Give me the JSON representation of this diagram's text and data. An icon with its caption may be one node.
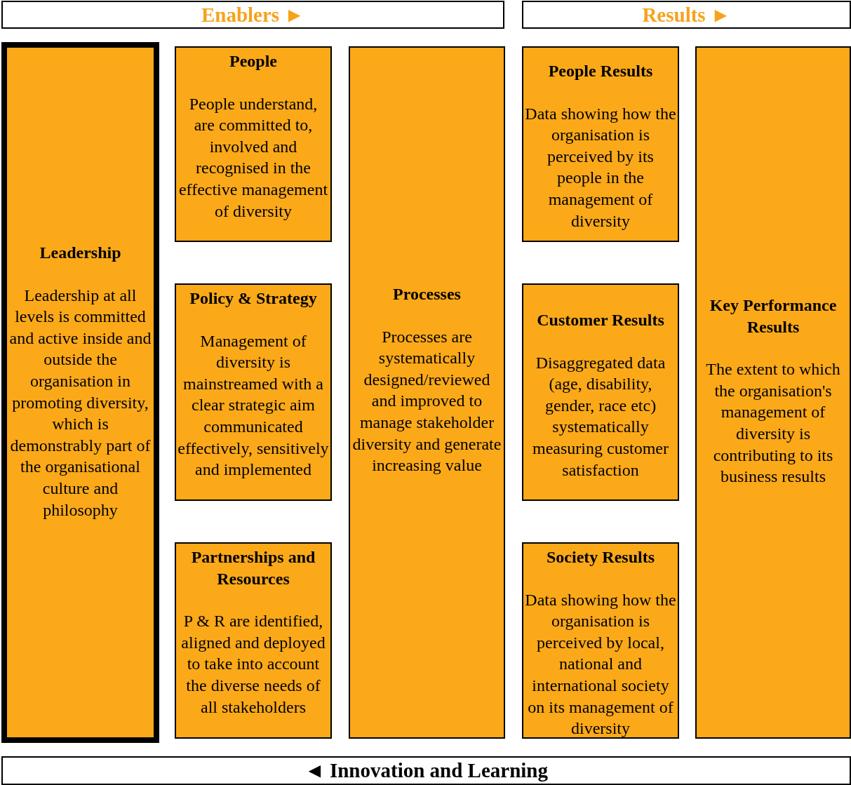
{
  "diagram": {
    "nodes": [
      {
        "text": [
          "Enablers ►"
        ]
      },
      {
        "text": [
          "Results ►"
        ]
      },
      {
        "text": [
          "Leadership",
          "Leadership at all levels is committed and active inside and outside the organisation in promoting diversity, which is demonstrably part of the organisational culture and philosophy"
        ]
      },
      {
        "text": [
          "People",
          "People understand, are committed to, involved and recognised in the effective management of diversity"
        ]
      },
      {
        "text": [
          "Policy & Strategy",
          "Management of diversity is mainstreamed with a clear strategic aim communicated effectively, sensitively and implemented"
        ]
      },
      {
        "text": [
          "Partnerships and Resources",
          "P & R are identified, aligned and deployed to take into account the diverse needs of all stakeholders"
        ]
      },
      {
        "text": [
          "Processes",
          "Processes are systematically designed/reviewed and improved to manage stakeholder diversity and generate increasing value"
        ]
      },
      {
        "text": [
          "People Results",
          "Data showing how the organisation is perceived by its people in the management of diversity"
        ]
      },
      {
        "text": [
          "Customer Results",
          "Disaggregated data (age, disability, gender, race etc) systematically measuring customer satisfaction"
        ]
      },
      {
        "text": [
          "Society Results",
          "Data showing how the organisation is perceived by local, national and international society on its management of diversity"
        ]
      },
      {
        "text": [
          "Key Performance Results",
          "The extent to which the organisation's management of diversity is contributing to its business results"
        ]
      },
      {
        "text": [
          "◄ Innovation and Learning"
        ]
      }
    ]
  }
}
